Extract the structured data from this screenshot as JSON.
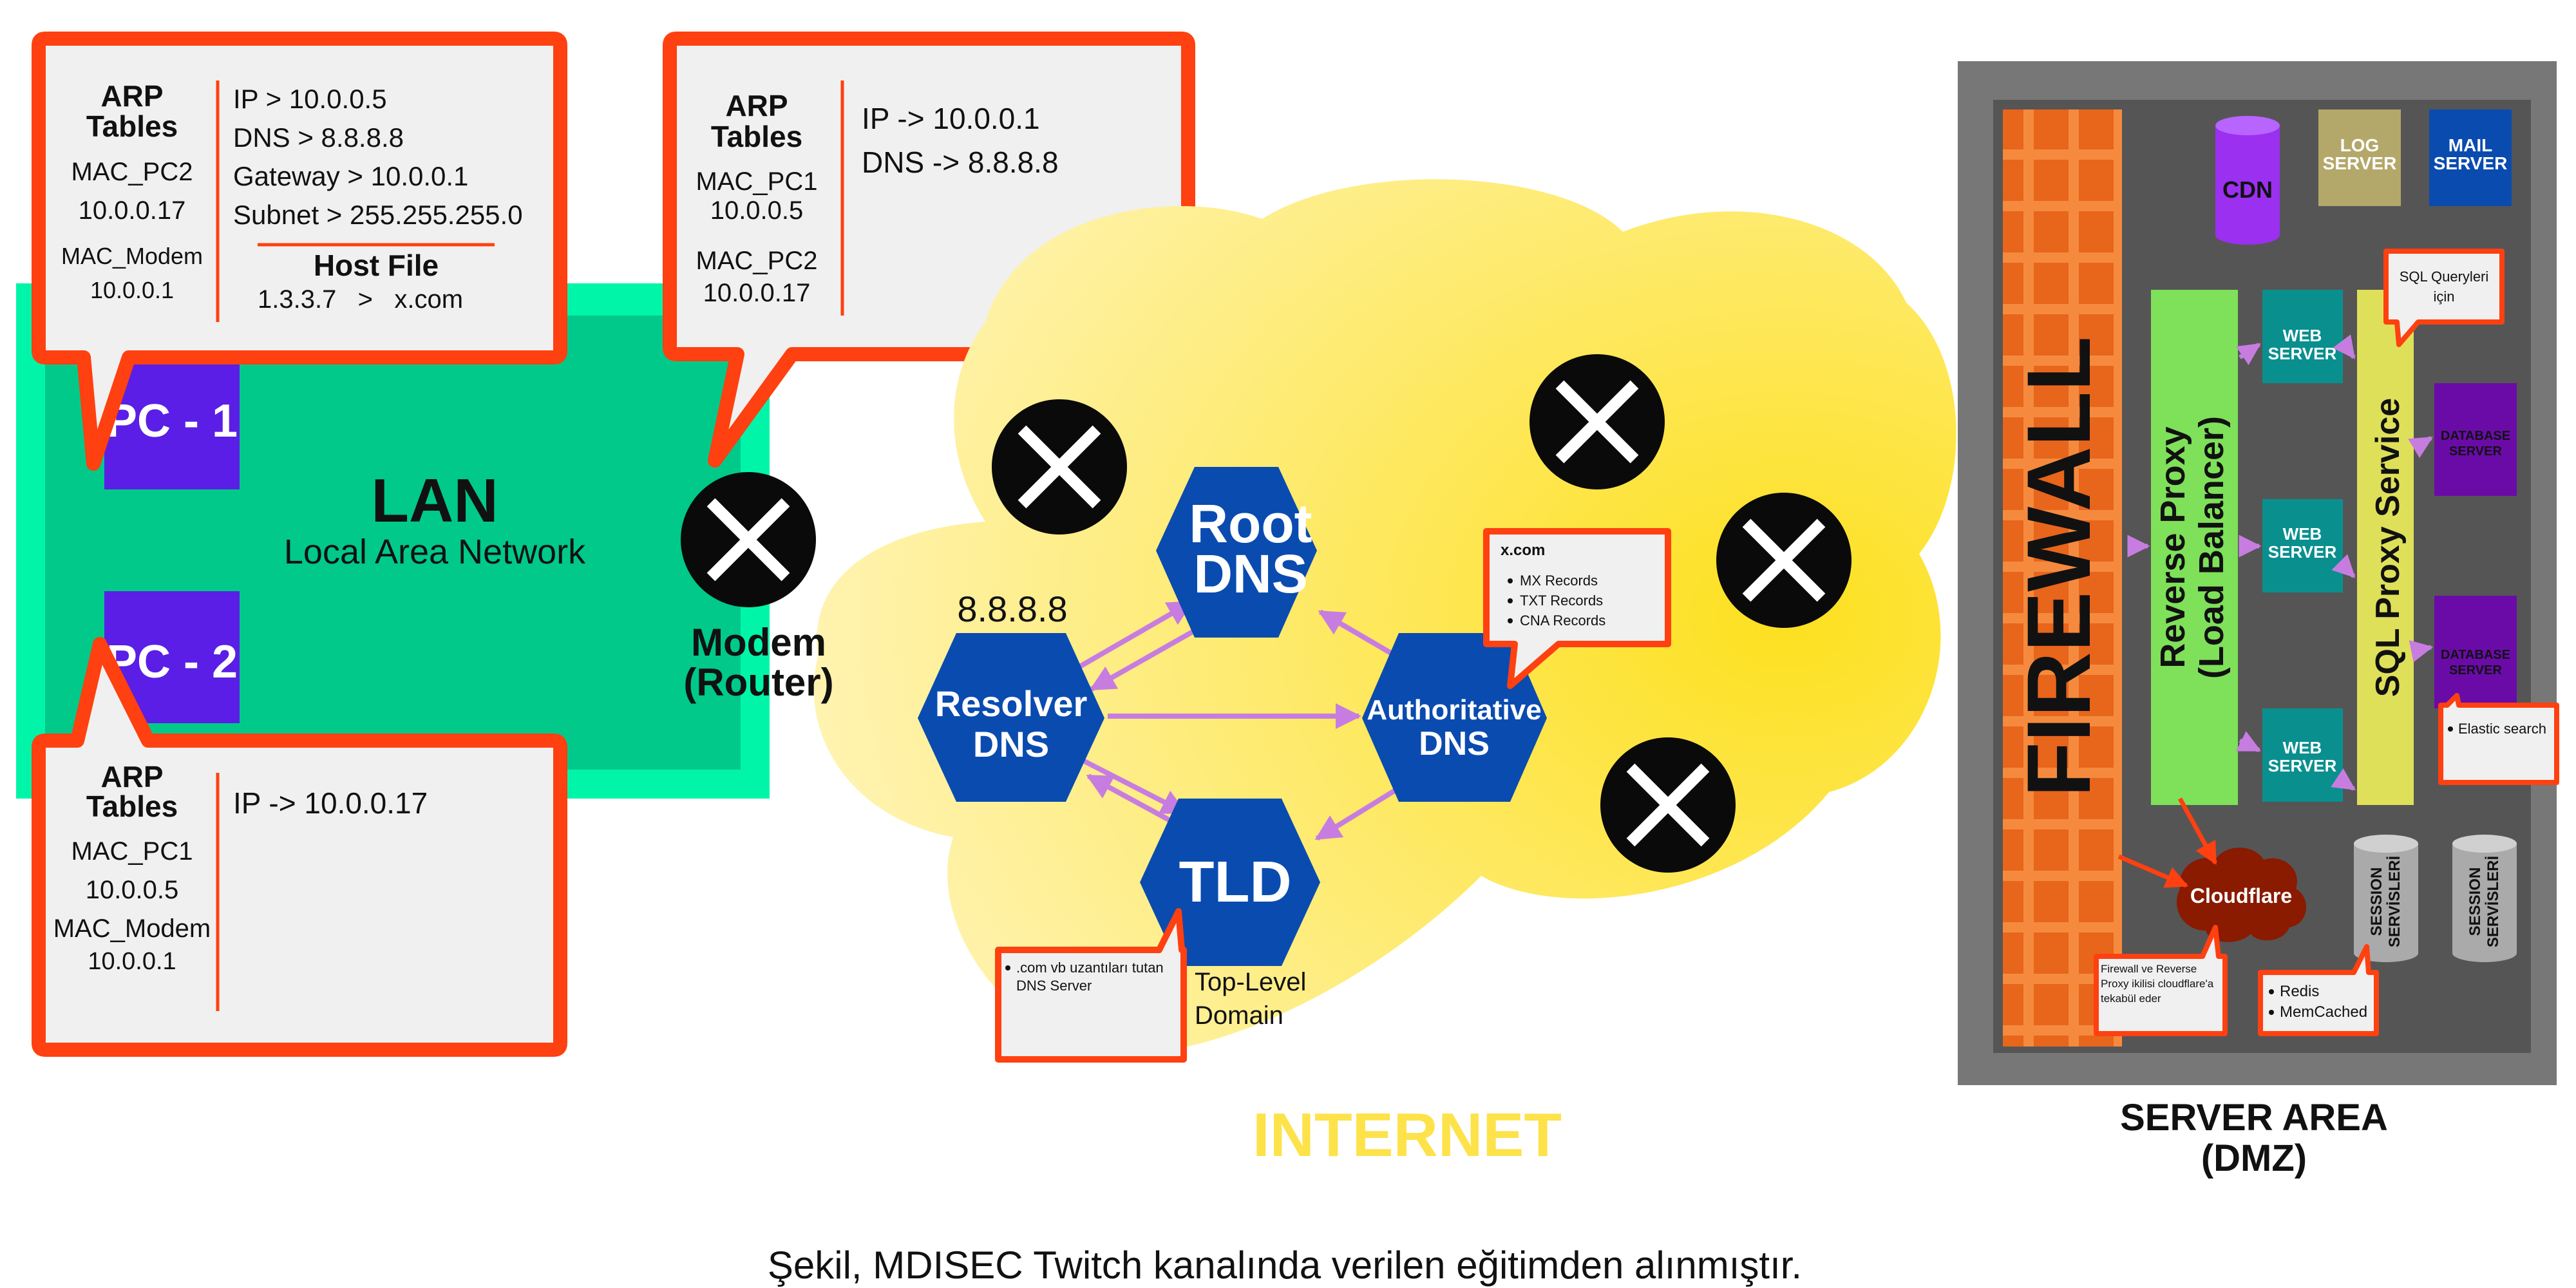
{
  "lan": {
    "title": "LAN",
    "subtitle": "Local Area Network",
    "pc1": "PC - 1",
    "pc2": "PC - 2",
    "modem_line1": "Modem",
    "modem_line2": "(Router)"
  },
  "pc1_box": {
    "arp_title_1": "ARP",
    "arp_title_2": "Tables",
    "entry1_mac": "MAC_PC2",
    "entry1_ip": "10.0.0.17",
    "entry2_mac": "MAC_Modem",
    "entry2_ip": "10.0.0.1",
    "config": [
      "IP > 10.0.0.5",
      "DNS > 8.8.8.8",
      "Gateway > 10.0.0.1",
      "Subnet > 255.255.255.0"
    ],
    "host_file_title": "Host File",
    "host_entry": "1.3.3.7   >   x.com"
  },
  "modem_box": {
    "arp_title_1": "ARP",
    "arp_title_2": "Tables",
    "entry1_mac": "MAC_PC1",
    "entry1_ip": "10.0.0.5",
    "entry2_mac": "MAC_PC2",
    "entry2_ip": "10.0.0.17",
    "config": [
      "IP -> 10.0.0.1",
      "DNS -> 8.8.8.8"
    ]
  },
  "pc2_box": {
    "arp_title_1": "ARP",
    "arp_title_2": "Tables",
    "entry1_mac": "MAC_PC1",
    "entry1_ip": "10.0.0.5",
    "entry2_mac": "MAC_Modem",
    "entry2_ip": "10.0.0.1",
    "config": [
      "IP -> 10.0.0.17"
    ]
  },
  "internet": {
    "title": "INTERNET",
    "resolver_ip": "8.8.8.8",
    "resolver_1": "Resolver",
    "resolver_2": "DNS",
    "root_1": "Root",
    "root_2": "DNS",
    "auth_1": "Authoritative",
    "auth_2": "DNS",
    "tld": "TLD",
    "tld_desc_1": "Top-Level",
    "tld_desc_2": "Domain",
    "xcom_title": "x.com",
    "xcom_items": [
      "MX Records",
      "TXT Records",
      "CNA Records"
    ],
    "tld_note_1": ".com vb uzantıları tutan",
    "tld_note_2": "DNS Server"
  },
  "server": {
    "title_1": "SERVER AREA",
    "title_2": "(DMZ)",
    "firewall": "FIREWALL",
    "reverse_proxy_1": "Reverse Proxy",
    "reverse_proxy_2": "(Load Balancer)",
    "sql_proxy": "SQL Proxy Service",
    "cdn": "CDN",
    "log_1": "LOG",
    "log_2": "SERVER",
    "mail_1": "MAIL",
    "mail_2": "SERVER",
    "web_1": "WEB",
    "web_2": "SERVER",
    "db_1": "DATABASE",
    "db_2": "SERVER",
    "sql_note_1": "SQL Queryleri",
    "sql_note_2": "için",
    "elastic_note": "Elastic search",
    "cloudflare": "Cloudflare",
    "session_1": "SESSION",
    "session_2": "SERVİSLERİ",
    "cache_items": [
      "Redis",
      "MemCached"
    ],
    "fw_note": [
      "Firewall ve Reverse",
      "Proxy ikilisi  cloudflare'a",
      "tekabül eder"
    ]
  },
  "caption": "Şekil, MDISEC Twitch kanalında verilen eğitimden alınmıştır.",
  "colors": {
    "lan_green": "#00c98a",
    "callout_orange": "#ff4010",
    "pc_purple": "#5a1ee6",
    "dns_blue": "#0a4bb0",
    "internet_yellow": "#fde24a",
    "arrow_violet": "#c77de0",
    "firewall_orange": "#f58a3e",
    "proxy_green": "#7fe05a",
    "sql_yellow": "#dfe05a",
    "server_gray": "#555555"
  }
}
